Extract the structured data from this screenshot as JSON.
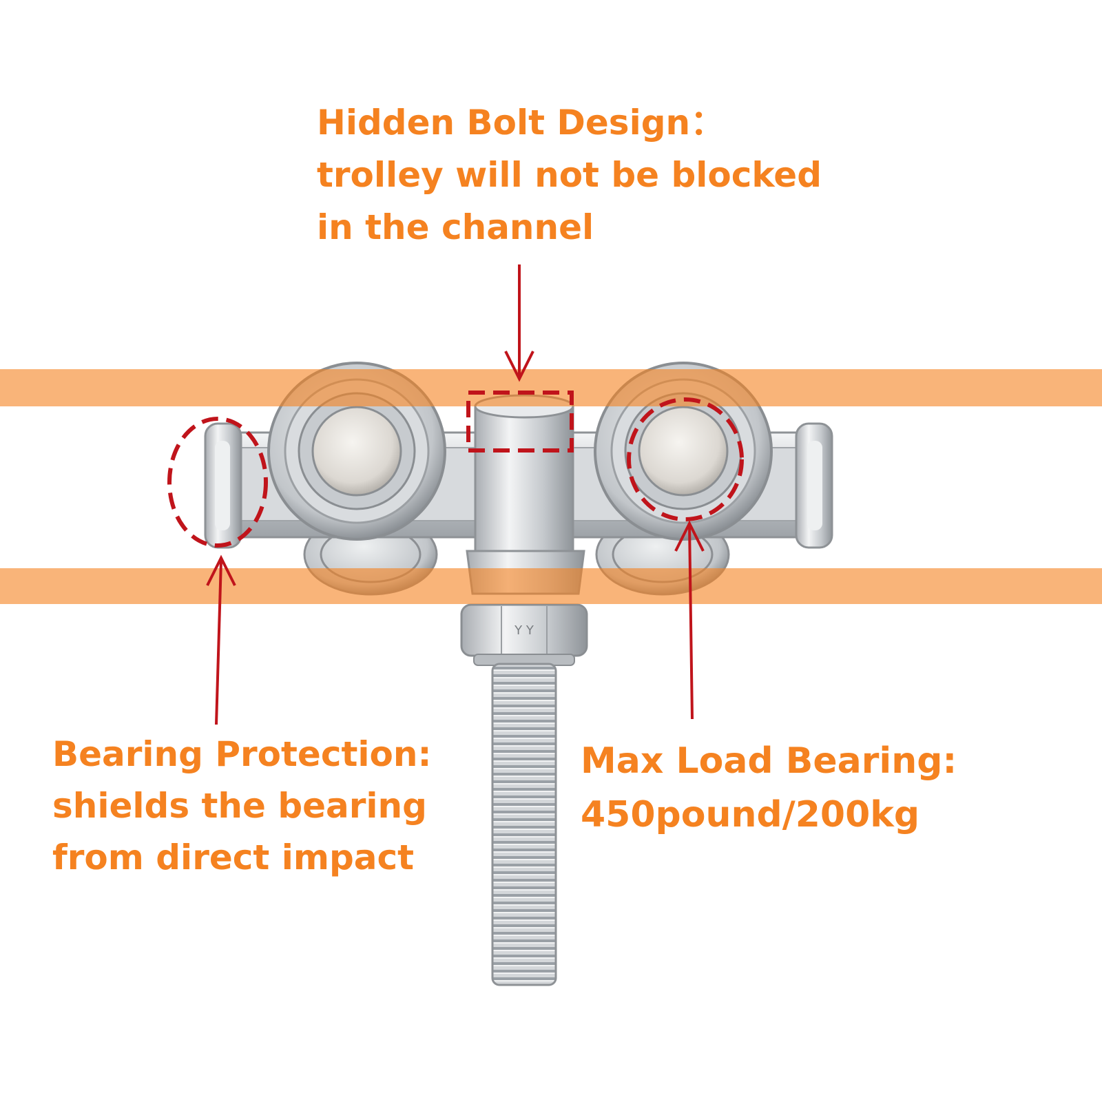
{
  "callouts": {
    "hidden_bolt": {
      "title": "Hidden Bolt Design：",
      "line2": "trolley will not be blocked",
      "line3": "in the channel"
    },
    "bearing_protection": {
      "title": "Bearing Protection:",
      "line2": "shields the bearing",
      "line3": "from direct impact"
    },
    "max_load": {
      "title": "Max Load Bearing:",
      "line2": "450pound/200kg"
    }
  },
  "nut_marking": "Y Y",
  "colors": {
    "text_orange": "#f58220",
    "channel_orange": "#f5821f",
    "marker_red": "#c0141b",
    "metal": "#c9ccd0"
  }
}
